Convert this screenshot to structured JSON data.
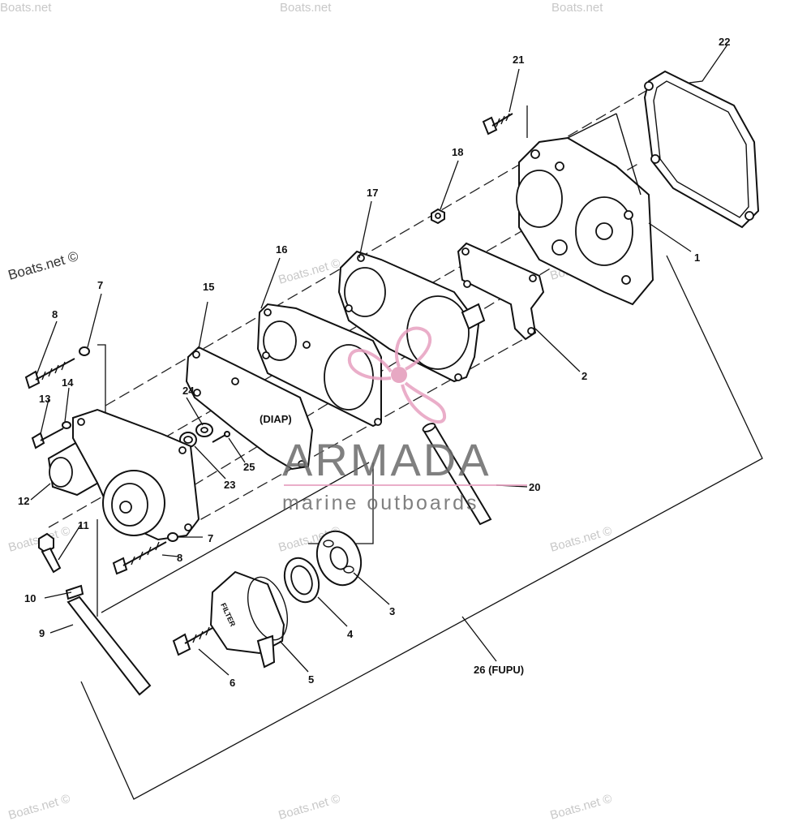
{
  "watermarks": {
    "site": "Boats.net ©",
    "site_short": "Boats.net",
    "brand_name": "ARMADA",
    "brand_tagline": "marine outboards"
  },
  "callouts": {
    "c1": "1",
    "c2": "2",
    "c3": "3",
    "c4": "4",
    "c5": "5",
    "c6": "6",
    "c7a": "7",
    "c7b": "7",
    "c8a": "8",
    "c8b": "8",
    "c9": "9",
    "c10": "10",
    "c11": "11",
    "c12": "12",
    "c13": "13",
    "c14": "14",
    "c15": "15",
    "c16": "16",
    "c17": "17",
    "c18": "18",
    "c20": "20",
    "c21": "21",
    "c22": "22",
    "c23": "23",
    "c24": "24",
    "c25": "25",
    "c26": "26 (FUPU)"
  },
  "inline_labels": {
    "diap": "(DIAP)",
    "filter": "FILTER"
  },
  "colors": {
    "lines": "#111111",
    "watermark": "#c8c8c8",
    "brand_text": "#6b6b6b",
    "logo": "#e39ab9"
  }
}
